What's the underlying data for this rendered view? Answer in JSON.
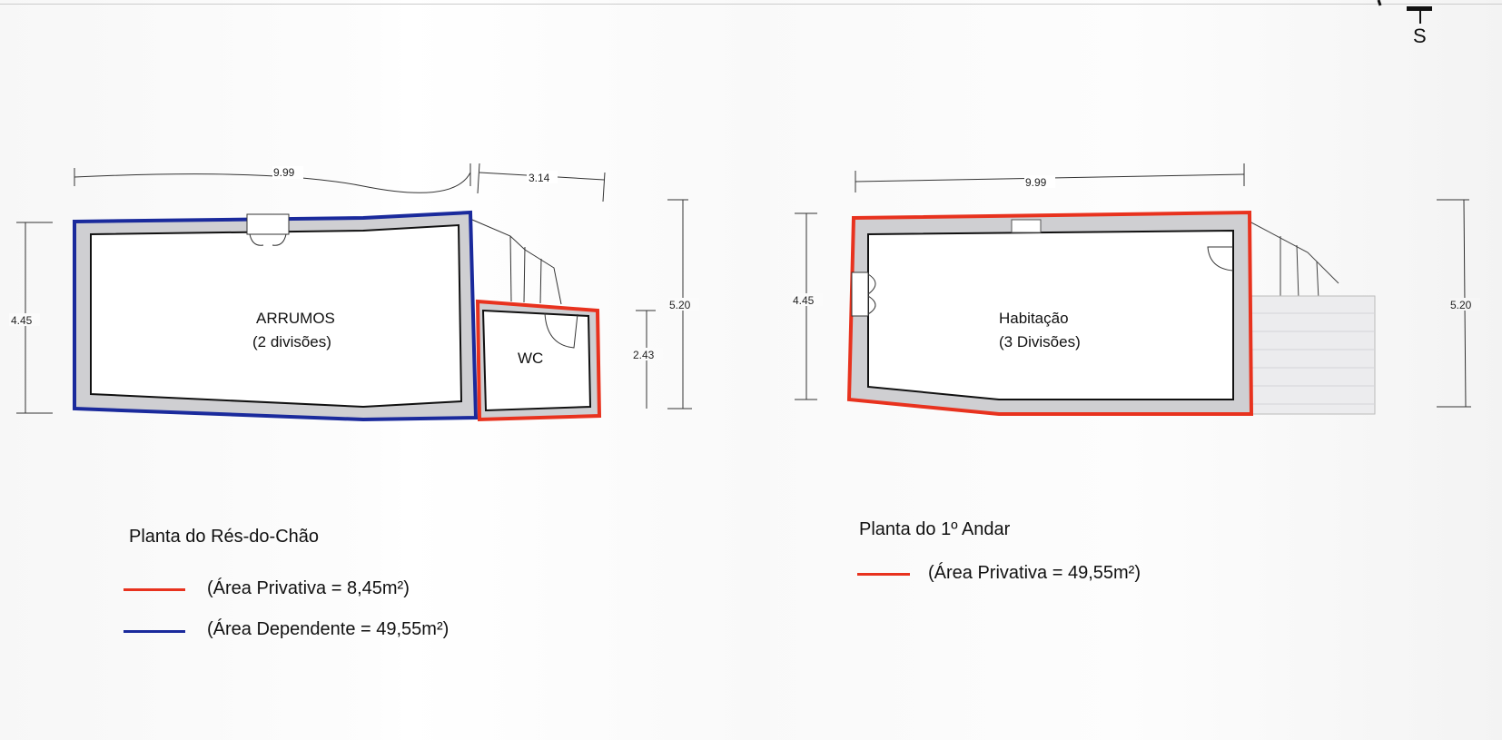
{
  "compass": {
    "label": "S"
  },
  "ground_floor": {
    "title": "Planta do Rés-do-Chão",
    "dims": {
      "width_main": "9.99",
      "width_wc": "3.14",
      "height_left": "4.45",
      "height_right": "5.20",
      "height_wc": "2.43"
    },
    "rooms": {
      "main_name": "ARRUMOS",
      "main_sub": "(2 divisões)",
      "wc": "WC"
    },
    "legend": [
      {
        "label": "(Área Privativa = 8,45m²)",
        "color": "#e8321e"
      },
      {
        "label": "(Área Dependente = 49,55m²)",
        "color": "#1a2a9c"
      }
    ]
  },
  "first_floor": {
    "title": "Planta do 1º Andar",
    "dims": {
      "width_main": "9.99",
      "height_left": "4.45",
      "height_right": "5.20"
    },
    "rooms": {
      "main_name": "Habitação",
      "main_sub": "(3 Divisões)"
    },
    "legend": [
      {
        "label": "(Área Privativa = 49,55m²)",
        "color": "#e8321e"
      }
    ]
  }
}
